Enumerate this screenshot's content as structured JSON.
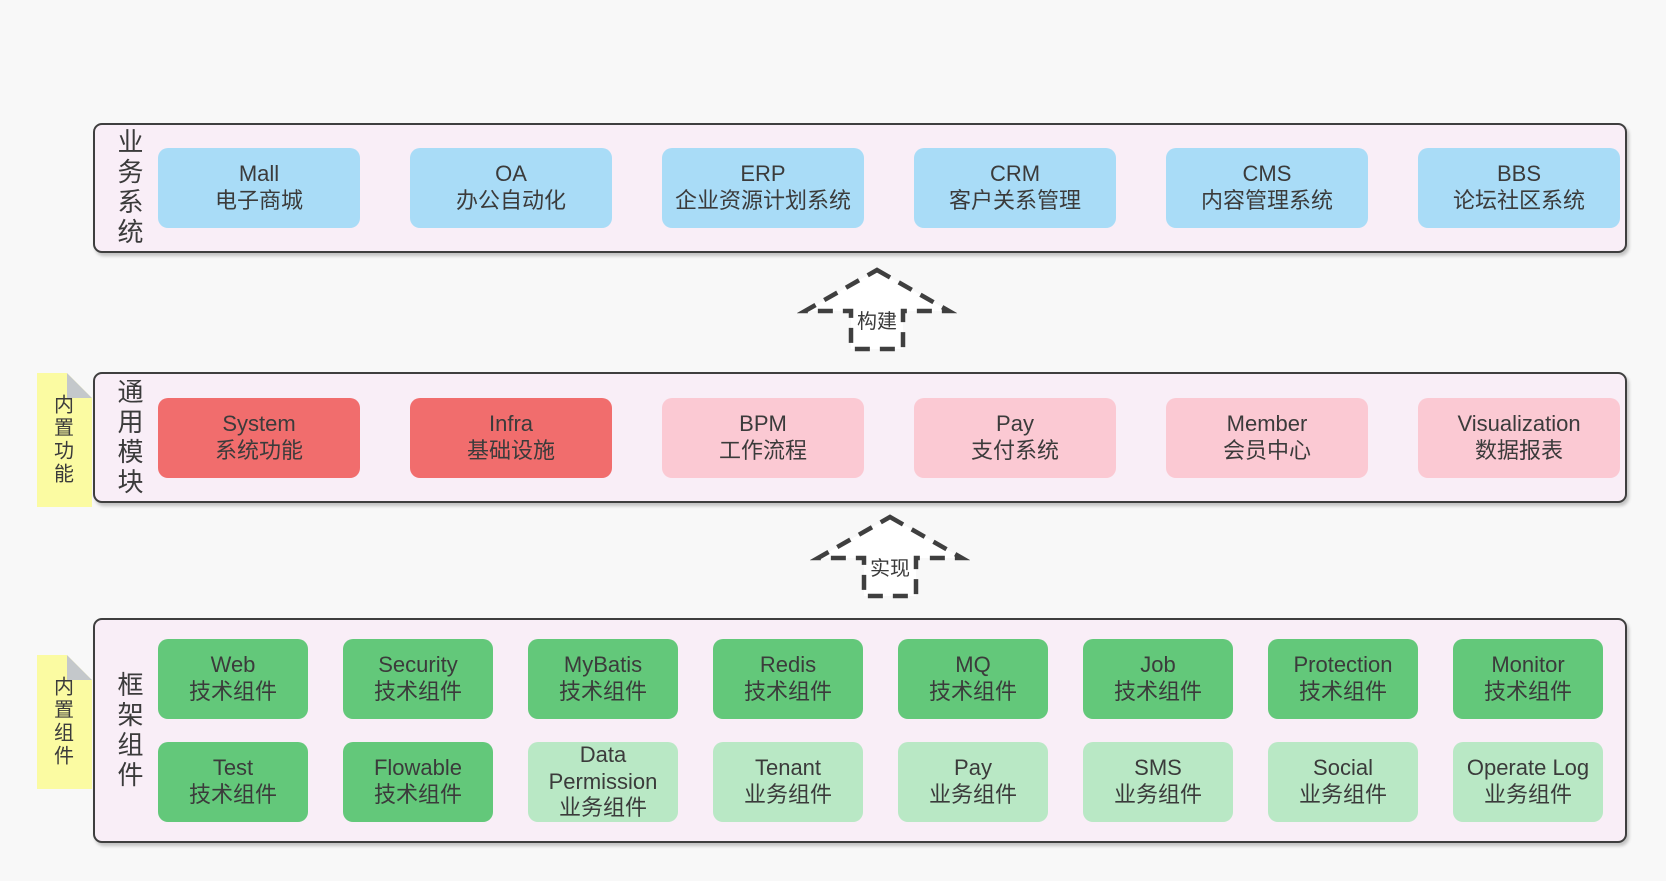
{
  "colors": {
    "page_bg": "#f8f8f8",
    "panel_bg": "#f9eef7",
    "panel_border": "#3f3f3f",
    "blue": "#a9dcf7",
    "red": "#f16d6d",
    "pink": "#fbc9d3",
    "green": "#63c87a",
    "light_green": "#b9e8c5",
    "yellow": "#fbfba2",
    "fold_gray": "#c4c8cb",
    "text": "#3b3b3b"
  },
  "arrows": [
    {
      "label": "构建"
    },
    {
      "label": "实现"
    }
  ],
  "panels": {
    "business": {
      "side_label": "业务系统",
      "items": [
        {
          "name": "Mall",
          "desc": "电子商城",
          "variant": "blue"
        },
        {
          "name": "OA",
          "desc": "办公自动化",
          "variant": "blue"
        },
        {
          "name": "ERP",
          "desc": "企业资源计划系统",
          "variant": "blue"
        },
        {
          "name": "CRM",
          "desc": "客户关系管理",
          "variant": "blue"
        },
        {
          "name": "CMS",
          "desc": "内容管理系统",
          "variant": "blue"
        },
        {
          "name": "BBS",
          "desc": "论坛社区系统",
          "variant": "blue"
        }
      ]
    },
    "modules": {
      "tab_label": "内置功能",
      "side_label": "通用模块",
      "items": [
        {
          "name": "System",
          "desc": "系统功能",
          "variant": "red"
        },
        {
          "name": "Infra",
          "desc": "基础设施",
          "variant": "red"
        },
        {
          "name": "BPM",
          "desc": "工作流程",
          "variant": "pink"
        },
        {
          "name": "Pay",
          "desc": "支付系统",
          "variant": "pink"
        },
        {
          "name": "Member",
          "desc": "会员中心",
          "variant": "pink"
        },
        {
          "name": "Visualization",
          "desc": "数据报表",
          "variant": "pink"
        }
      ]
    },
    "components": {
      "tab_label": "内置组件",
      "side_label": "框架组件",
      "rows": [
        [
          {
            "name": "Web",
            "desc": "技术组件",
            "variant": "green"
          },
          {
            "name": "Security",
            "desc": "技术组件",
            "variant": "green"
          },
          {
            "name": "MyBatis",
            "desc": "技术组件",
            "variant": "green"
          },
          {
            "name": "Redis",
            "desc": "技术组件",
            "variant": "green"
          },
          {
            "name": "MQ",
            "desc": "技术组件",
            "variant": "green"
          },
          {
            "name": "Job",
            "desc": "技术组件",
            "variant": "green"
          },
          {
            "name": "Protection",
            "desc": "技术组件",
            "variant": "green"
          },
          {
            "name": "Monitor",
            "desc": "技术组件",
            "variant": "green"
          }
        ],
        [
          {
            "name": "Test",
            "desc": "技术组件",
            "variant": "green"
          },
          {
            "name": "Flowable",
            "desc": "技术组件",
            "variant": "green"
          },
          {
            "name": "Data Permission",
            "desc": "业务组件",
            "variant": "light-green"
          },
          {
            "name": "Tenant",
            "desc": "业务组件",
            "variant": "light-green"
          },
          {
            "name": "Pay",
            "desc": "业务组件",
            "variant": "light-green"
          },
          {
            "name": "SMS",
            "desc": "业务组件",
            "variant": "light-green"
          },
          {
            "name": "Social",
            "desc": "业务组件",
            "variant": "light-green"
          },
          {
            "name": "Operate Log",
            "desc": "业务组件",
            "variant": "light-green"
          }
        ]
      ]
    }
  }
}
